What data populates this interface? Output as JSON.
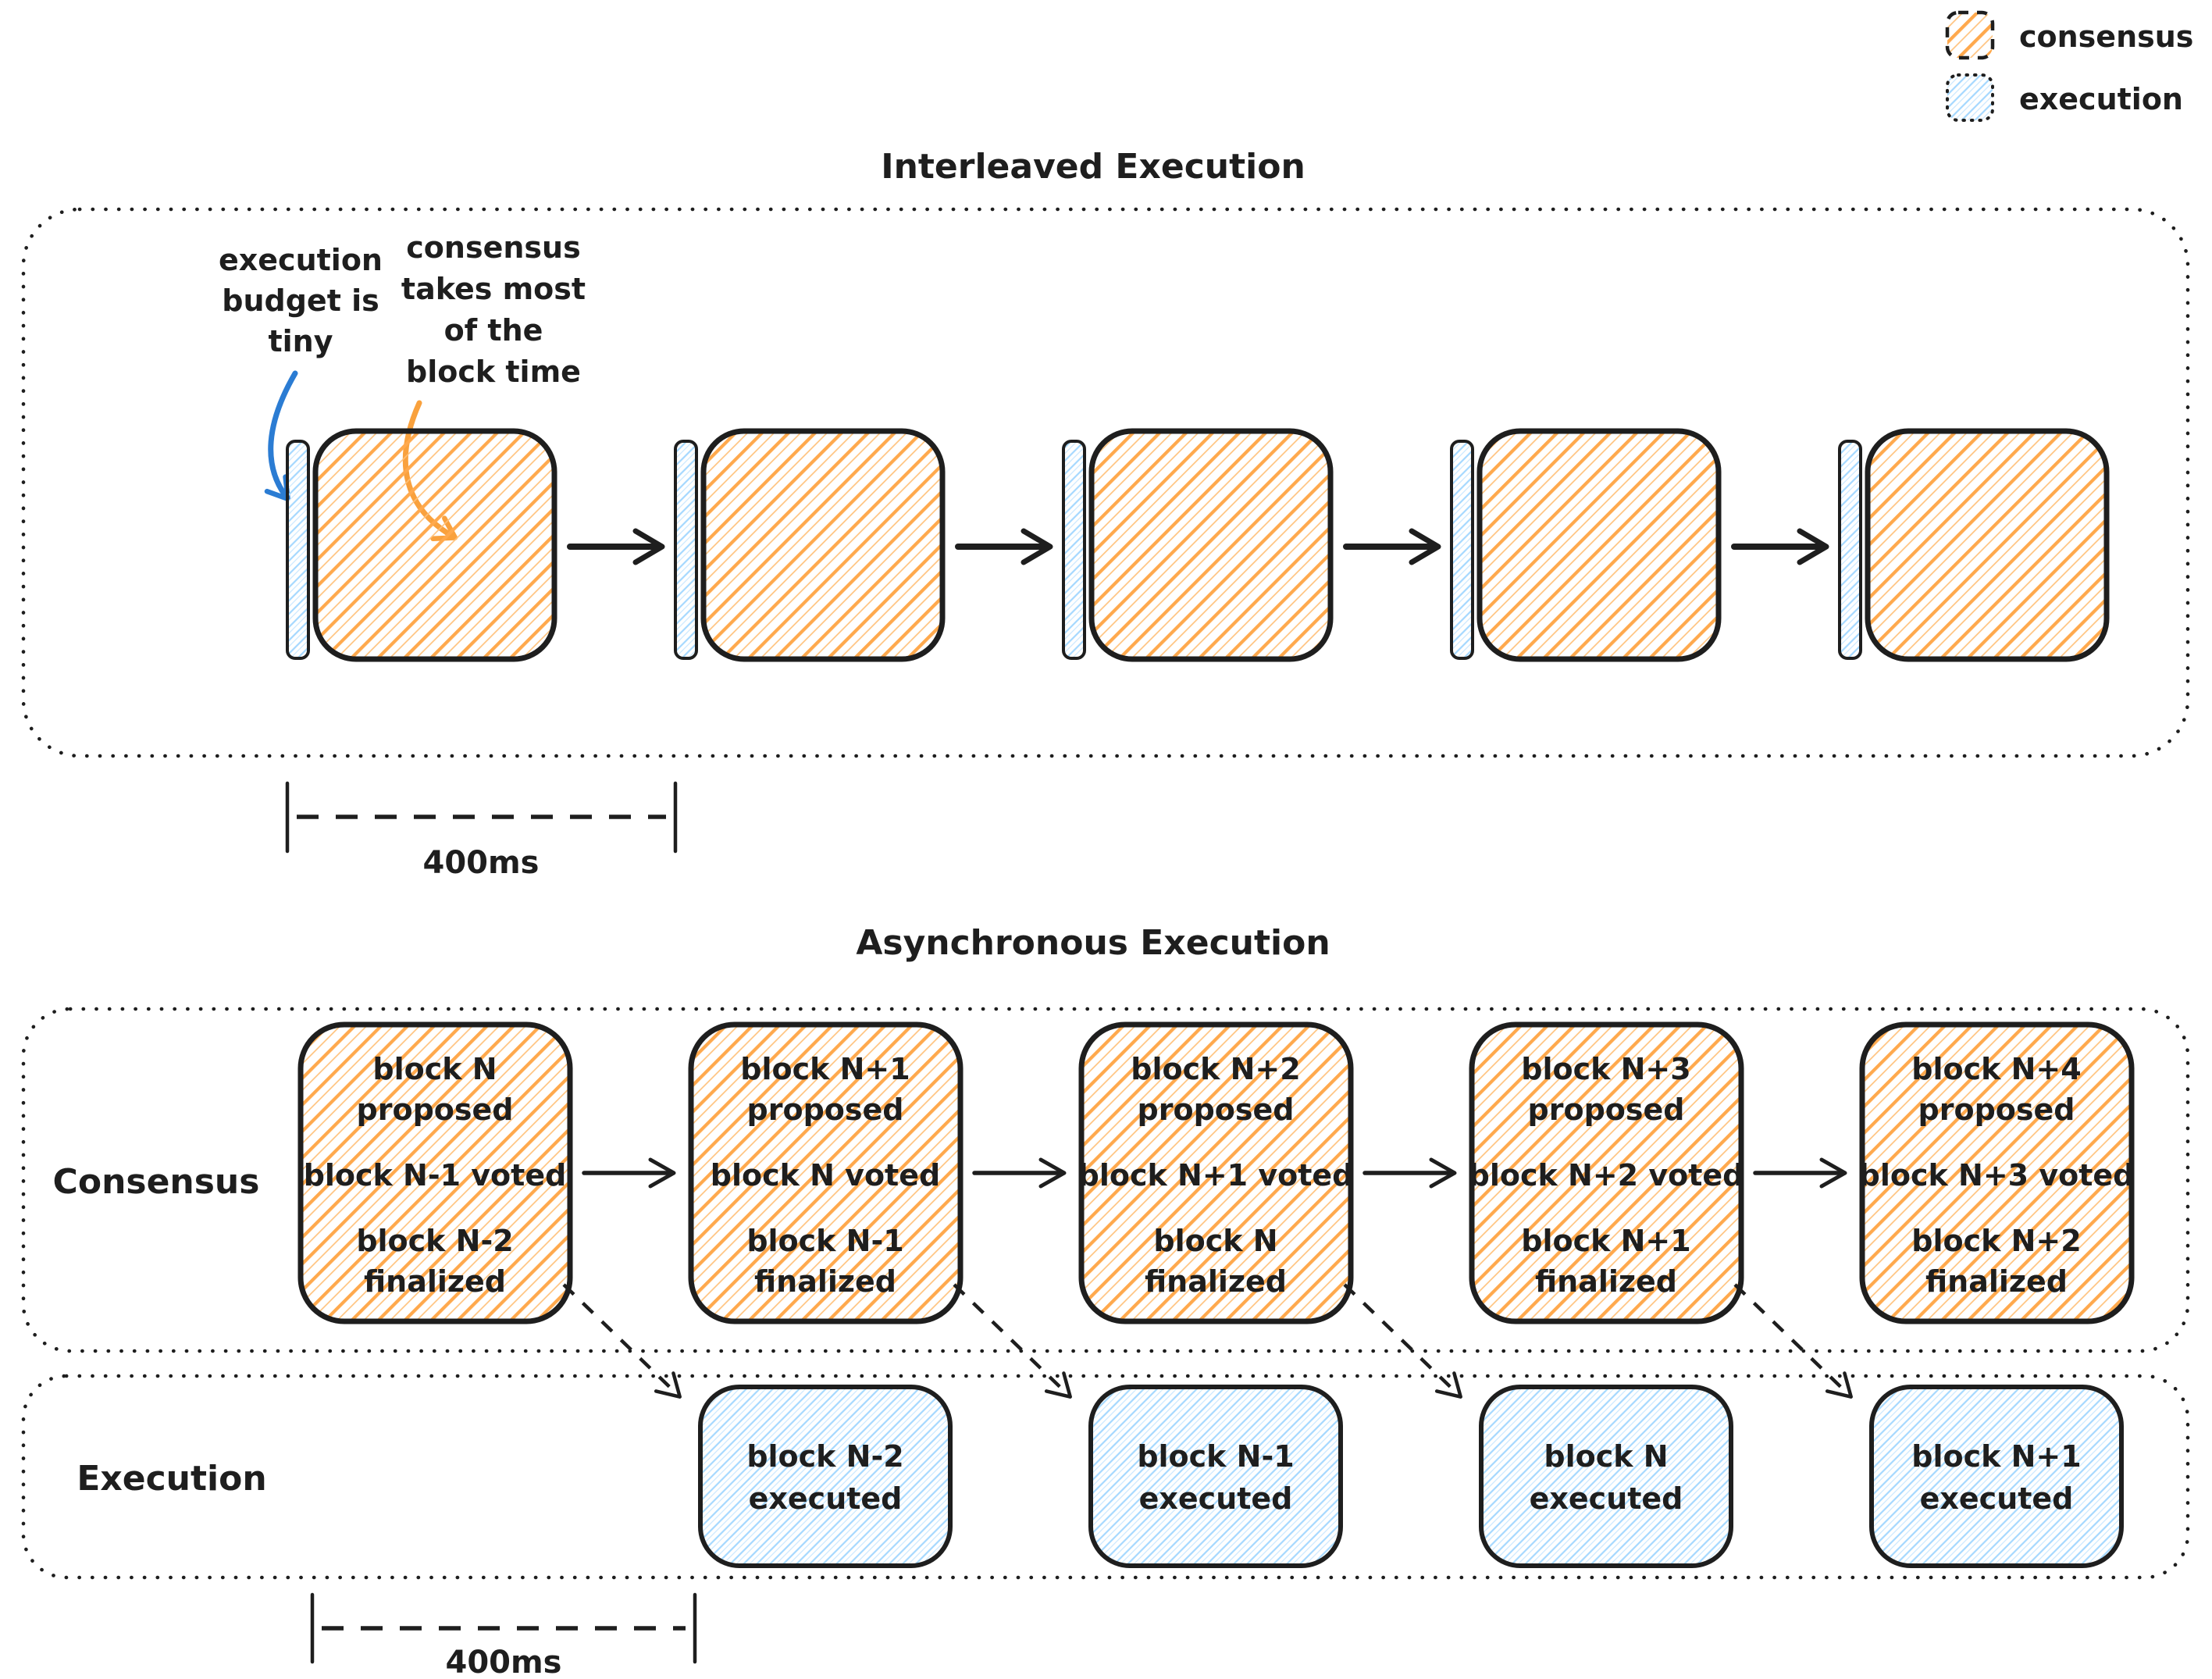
{
  "colors": {
    "ink": "#1e1e1e",
    "orange_hatch": "#ffa94d",
    "blue_hatch": "#a5d8ff",
    "blue_annotation": "#2b7cd3",
    "orange_annotation": "#f9a13d"
  },
  "legend": {
    "items": [
      {
        "label": "consensus",
        "swatch": "orange-hatch-dashed-border"
      },
      {
        "label": "execution",
        "swatch": "blue-hatch-dotted-border"
      }
    ]
  },
  "interleaved": {
    "title": "Interleaved Execution",
    "unit_count": 5,
    "annotations": {
      "execution_budget": {
        "lines": [
          "execution",
          "budget is",
          "tiny"
        ]
      },
      "consensus_takes": {
        "lines": [
          "consensus",
          "takes most",
          "of the",
          "block time"
        ]
      }
    },
    "ruler": {
      "label": "400ms"
    }
  },
  "asynchronous": {
    "title": "Asynchronous Execution",
    "consensus_label": "Consensus",
    "execution_label": "Execution",
    "consensus_blocks": [
      {
        "proposed": [
          "block N",
          "proposed"
        ],
        "voted": "block N-1 voted",
        "finalized": [
          "block N-2",
          "finalized"
        ]
      },
      {
        "proposed": [
          "block N+1",
          "proposed"
        ],
        "voted": "block N voted",
        "finalized": [
          "block N-1",
          "finalized"
        ]
      },
      {
        "proposed": [
          "block N+2",
          "proposed"
        ],
        "voted": "block N+1 voted",
        "finalized": [
          "block N",
          "finalized"
        ]
      },
      {
        "proposed": [
          "block N+3",
          "proposed"
        ],
        "voted": "block N+2 voted",
        "finalized": [
          "block N+1",
          "finalized"
        ]
      },
      {
        "proposed": [
          "block N+4",
          "proposed"
        ],
        "voted": "block N+3 voted",
        "finalized": [
          "block N+2",
          "finalized"
        ]
      }
    ],
    "execution_blocks": [
      {
        "lines": [
          "block N-2",
          "executed"
        ]
      },
      {
        "lines": [
          "block N-1",
          "executed"
        ]
      },
      {
        "lines": [
          "block N",
          "executed"
        ]
      },
      {
        "lines": [
          "block N+1",
          "executed"
        ]
      }
    ],
    "ruler": {
      "label": "400ms"
    }
  }
}
